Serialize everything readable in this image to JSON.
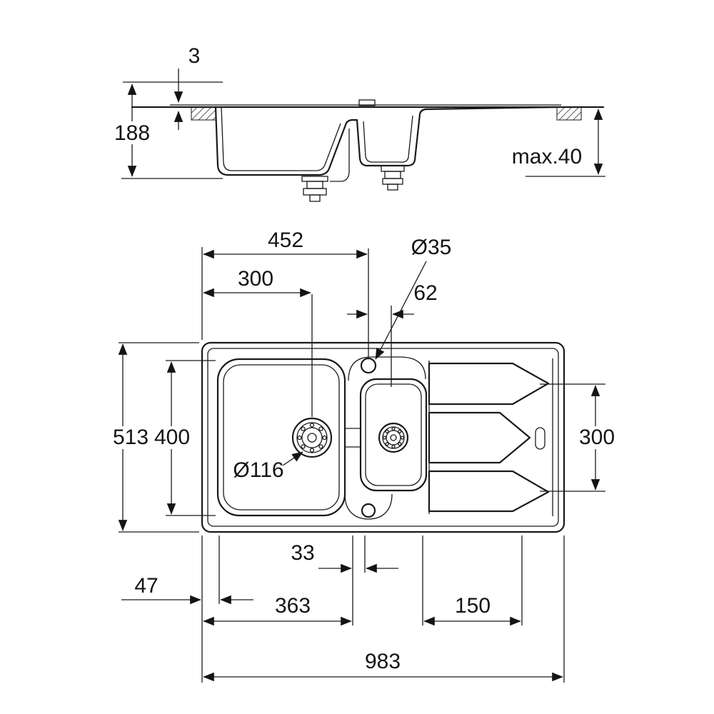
{
  "side_view": {
    "rim_height": "3",
    "bowl_depth": "188",
    "max_counter_thickness": "max.40"
  },
  "plan_view": {
    "tap_center_from_left": "452",
    "main_bowl_center_from_left": "300",
    "tap_hole_diameter": "Ø35",
    "tap_to_half_bowl_offset": "62",
    "overall_depth": "513",
    "main_bowl_width": "400",
    "main_drain_diameter": "Ø116",
    "drainer_span": "300",
    "bowl_gap": "33",
    "left_edge_offset": "47",
    "half_bowl_center_from_left": "363",
    "drainer_groove_span": "150",
    "overall_width": "983"
  }
}
